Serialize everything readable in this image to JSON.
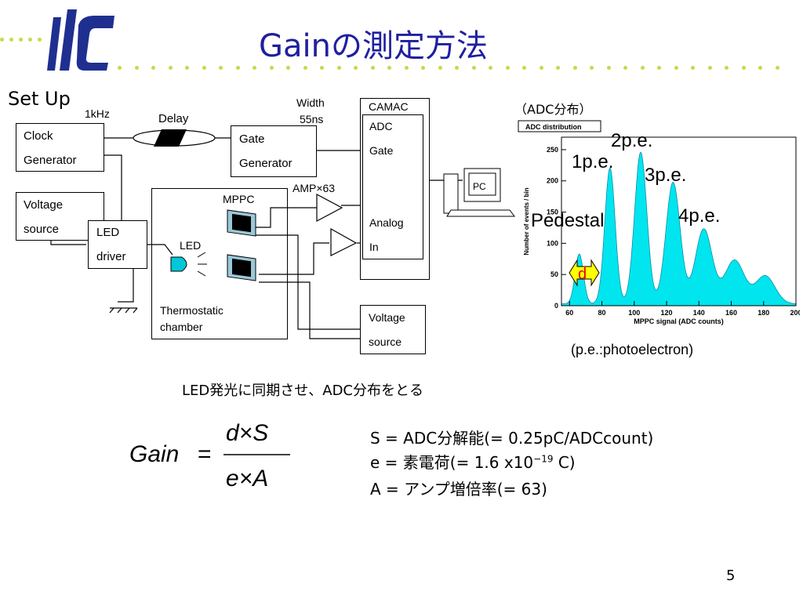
{
  "slide": {
    "title": "Gainの測定方法",
    "page_number": "5"
  },
  "logo": {
    "text": "ilc",
    "icon": "ilc-logo-icon"
  },
  "setup": {
    "heading": "Set Up",
    "clock_generator": {
      "line1": "Clock",
      "line2": "Generator"
    },
    "freq": "1kHz",
    "delay": "Delay",
    "gate_generator": {
      "line1": "Gate",
      "line2": "Generator"
    },
    "width": {
      "line1": "Width",
      "line2": "55ns"
    },
    "camac": "CAMAC",
    "adc": {
      "line1": "ADC",
      "line2": "Gate",
      "line3": "Analog",
      "line4": "In"
    },
    "pc": "PC",
    "voltage_source_left": {
      "line1": "Voltage",
      "line2": "source"
    },
    "led_driver": {
      "line1": "LED",
      "line2": "driver"
    },
    "mppc": "MPPC",
    "amp": "AMP×63",
    "led": "LED",
    "chamber": {
      "line1": "Thermostatic",
      "line2": "chamber"
    },
    "voltage_source_right": {
      "line1": "Voltage",
      "line2": "source"
    }
  },
  "histogram": {
    "caption": "（ADC分布）",
    "box_title": "ADC distribution",
    "xlabel": "MPPC signal (ADC counts)",
    "ylabel": "Number of events / bin",
    "x_ticks": [
      "60",
      "80",
      "100",
      "120",
      "140",
      "160",
      "180",
      "200"
    ],
    "y_ticks": [
      "0",
      "50",
      "100",
      "150",
      "200",
      "250"
    ],
    "labels": {
      "pedestal": "Pedestal",
      "pe1": "1p.e.",
      "pe2": "2p.e.",
      "pe3": "3p.e.",
      "pe4": "4p.e.",
      "d": "d"
    },
    "footnote": "(p.e.:photoelectron)",
    "fill_color": "#00e5ee",
    "d_color": "#ffff00"
  },
  "chart_data": {
    "type": "bar",
    "title": "ADC distribution",
    "xlabel": "MPPC signal (ADC counts)",
    "ylabel": "Number of events / bin",
    "xlim": [
      55,
      200
    ],
    "ylim": [
      0,
      270
    ],
    "peaks": [
      {
        "name": "Pedestal",
        "x": 66,
        "y": 80
      },
      {
        "name": "1p.e.",
        "x": 85,
        "y": 218
      },
      {
        "name": "2p.e.",
        "x": 104,
        "y": 243
      },
      {
        "name": "3p.e.",
        "x": 124,
        "y": 195
      },
      {
        "name": "4p.e.",
        "x": 143,
        "y": 120
      }
    ]
  },
  "notes": {
    "sync": "LED発光に同期させ、ADC分布をとる",
    "s_def": "S = ADC分解能(= 0.25pC/ADCcount)",
    "e_def_pre": "e = 素電荷(= 1.6 x10",
    "e_def_exp": "−19",
    "e_def_post": " C)",
    "a_def": "A = アンプ増倍率(= 63)"
  },
  "formula": {
    "lhs": "Gain",
    "eq": "=",
    "num": "d×S",
    "den": "e×A"
  }
}
